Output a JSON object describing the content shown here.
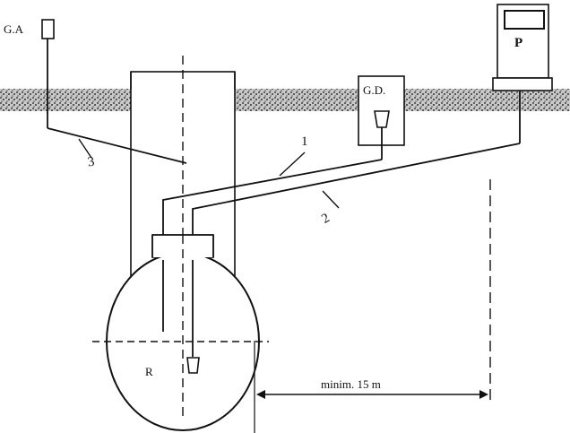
{
  "labels": {
    "ga": "G.A",
    "gd": "G.D.",
    "p": "P",
    "pipe1": "1",
    "pipe2": "2",
    "pipe3": "3",
    "tank": "R",
    "distance": "minim. 15 m"
  },
  "colors": {
    "line": "#111111",
    "ground_dark": "#3a3a3a",
    "ground_light": "#d0d0d0"
  }
}
